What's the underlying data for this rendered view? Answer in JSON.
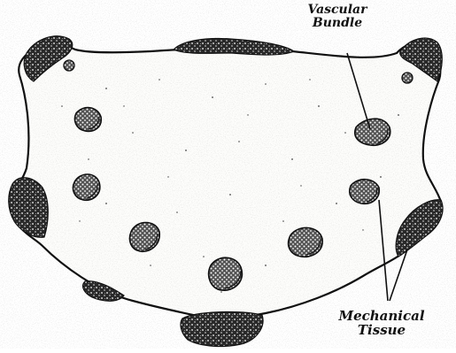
{
  "labels": {
    "vascular_bundle": [
      "Vascular",
      "Bundle"
    ],
    "mechanical_tissue": [
      "Mechanical",
      "Tissue"
    ]
  },
  "colors": {
    "ink": "#111111",
    "ground": "#ffffff",
    "stipple": "#333333"
  }
}
